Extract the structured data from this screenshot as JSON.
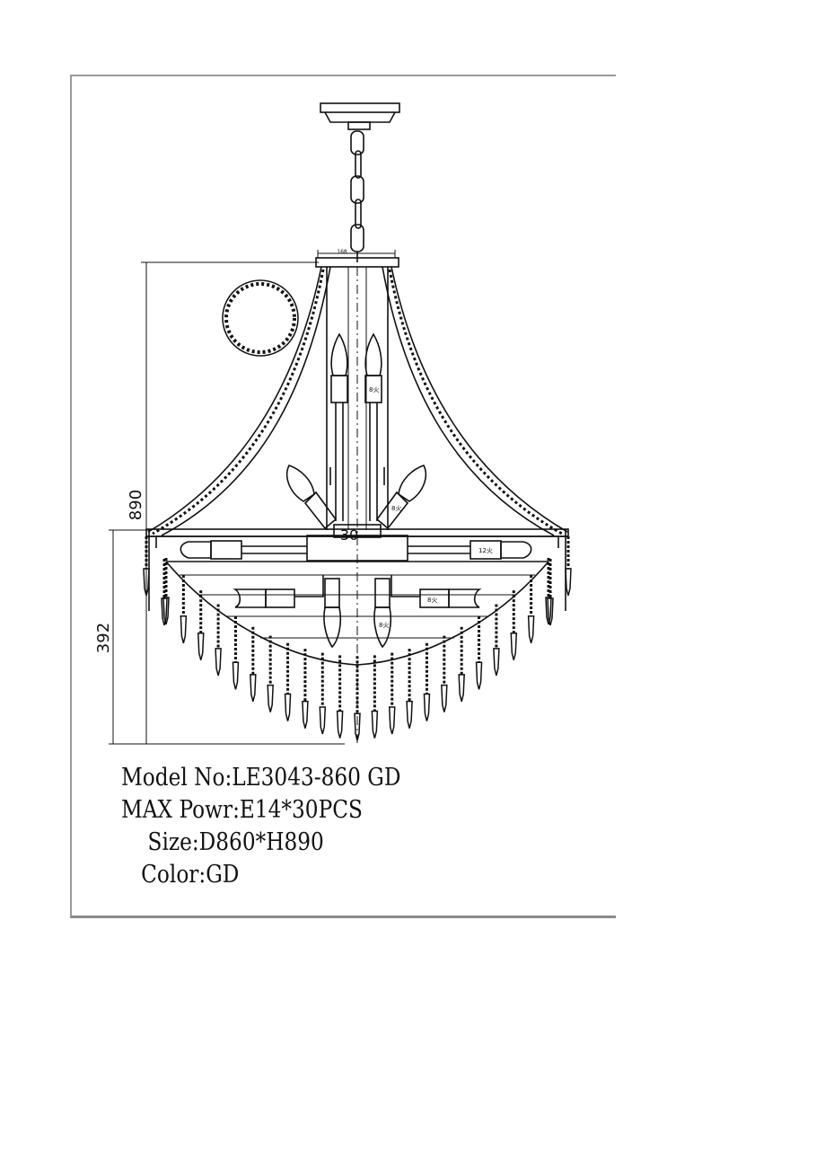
{
  "dimensions": {
    "overall_height": "890",
    "lower_height": "392",
    "canopy_width": "168",
    "center_mark": "30",
    "socket_label_a": "8火",
    "socket_label_b": "12火"
  },
  "specs": [
    {
      "label": "Model No:",
      "value": "LE3043-860 GD",
      "indent": ""
    },
    {
      "label": "MAX Powr:",
      "value": "E14*30PCS",
      "indent": ""
    },
    {
      "label": "Size:",
      "value": "D860*H890",
      "indent": "    "
    },
    {
      "label": "Color:",
      "value": "GD",
      "indent": "   "
    }
  ],
  "colors": {
    "line": "#111111",
    "frame": "#9a9a9a",
    "background": "#ffffff"
  }
}
